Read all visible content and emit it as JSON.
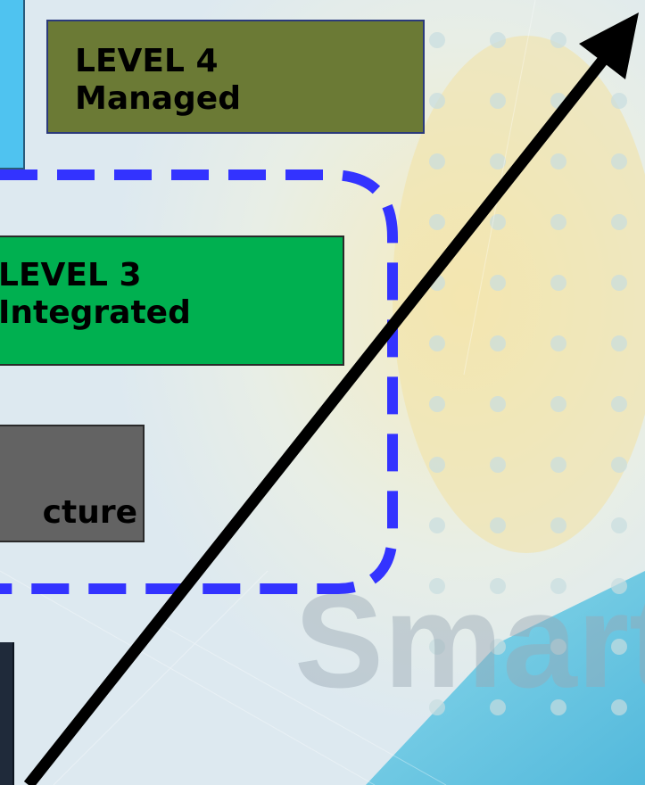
{
  "levels": [
    {
      "id": "level4",
      "line1": "LEVEL 4",
      "line2": "Managed"
    },
    {
      "id": "level3",
      "line1": "LEVEL 3",
      "line2": "Integrated"
    },
    {
      "id": "level2",
      "line1": "",
      "line2": "cture"
    }
  ],
  "watermark": "Smart",
  "colors": {
    "level4_fill": "#6b7a35",
    "level3_fill": "#00b050",
    "level2_fill": "#636363",
    "dashed_border": "#3333ff",
    "arrow": "#000000",
    "corner_blue": "#4fc3f0"
  }
}
